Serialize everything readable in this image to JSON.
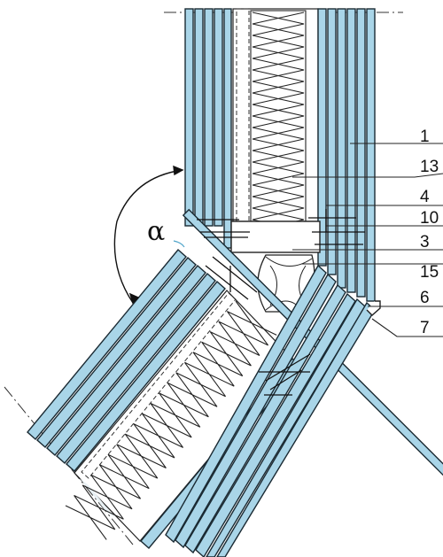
{
  "diagram": {
    "angle_symbol": "α",
    "callouts": [
      {
        "id": "1",
        "text": "1"
      },
      {
        "id": "13",
        "text": "13"
      },
      {
        "id": "4",
        "text": "4"
      },
      {
        "id": "10",
        "text": "10"
      },
      {
        "id": "3",
        "text": "3"
      },
      {
        "id": "15",
        "text": "15"
      },
      {
        "id": "6",
        "text": "6"
      },
      {
        "id": "7",
        "text": "7"
      }
    ]
  },
  "colors": {
    "board_blue": "#a9d5e8",
    "board_edge": "#1a2a33",
    "insulation_fill": "#ffffff",
    "line": "#222222",
    "cavity": "#e9f1f4"
  }
}
